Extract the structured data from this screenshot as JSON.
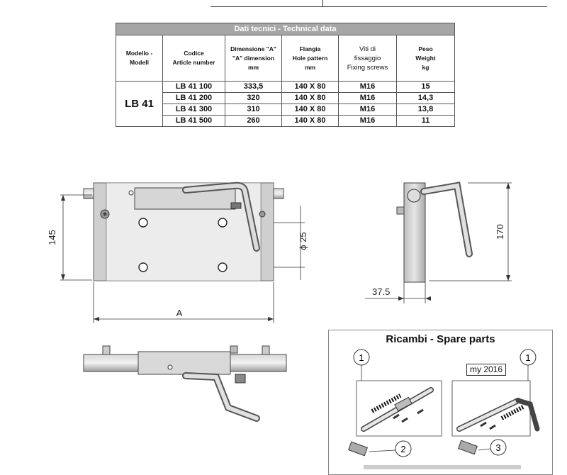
{
  "table": {
    "title": "Dati tecnici - Technical data",
    "headers": [
      [
        "Modello -",
        "Modell"
      ],
      [
        "Codice",
        "Article number"
      ],
      [
        "Dimensione \"A\"",
        "\"A\" dimension",
        "mm"
      ],
      [
        "Flangia",
        "Hole pattern",
        "mm"
      ],
      [
        "Viti di",
        "fissaggio",
        "Fixing screws"
      ],
      [
        "Peso",
        "Weight",
        "kg"
      ]
    ],
    "model": "LB 41",
    "rows": [
      [
        "LB 41 100",
        "333,5",
        "140 X 80",
        "M16",
        "15"
      ],
      [
        "LB 41 200",
        "320",
        "140 X 80",
        "M16",
        "14,3"
      ],
      [
        "LB 41 300",
        "310",
        "140 X 80",
        "M16",
        "13,8"
      ],
      [
        "LB 41 500",
        "260",
        "140 X 80",
        "M16",
        "11"
      ]
    ]
  },
  "dimensions": {
    "height_left": "145",
    "width_a": "A",
    "hole_dia": "ϕ 25",
    "height_side": "170",
    "offset_side": "37.5"
  },
  "spare": {
    "title": "Ricambi - Spare parts",
    "badge": "my 2016",
    "callouts": [
      "1",
      "1",
      "2",
      "3"
    ]
  }
}
